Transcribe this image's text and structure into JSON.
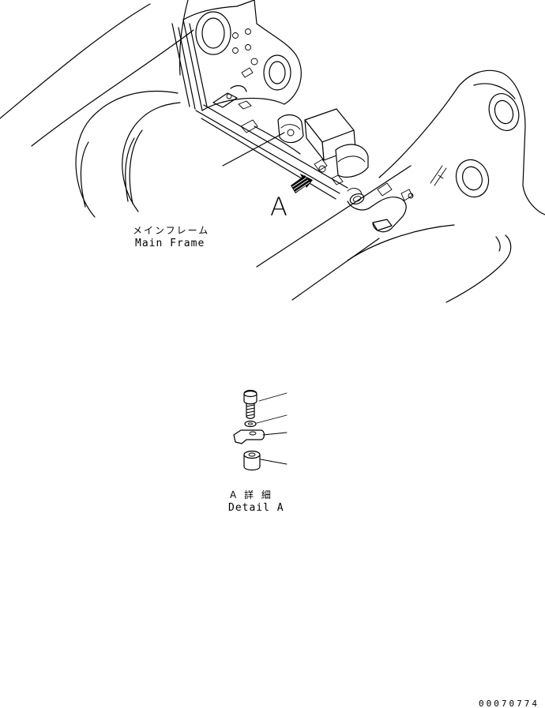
{
  "main_frame_label": {
    "japanese": "メインフレーム",
    "english": "Main Frame"
  },
  "view_callout": "A",
  "detail_label": {
    "japanese": "A 詳 細",
    "english": "Detail A"
  },
  "document_number": "00070774"
}
